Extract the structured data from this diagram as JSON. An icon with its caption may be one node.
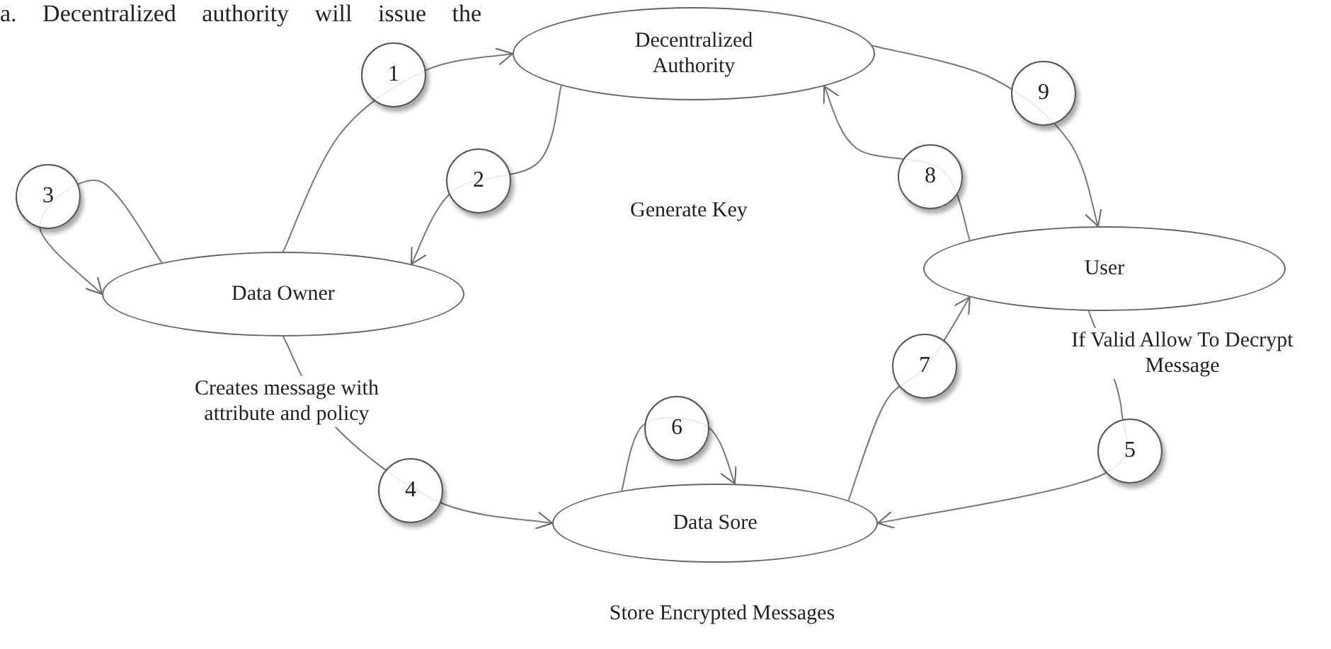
{
  "diagram": {
    "nodes": [
      {
        "text": [
          "Decentralized Authority"
        ]
      },
      {
        "text": [
          "Data Owner"
        ],
        "beside": [
          "Creates message with attribute and policy"
        ]
      },
      {
        "text": [
          "User"
        ],
        "beside": [
          "If Valid Allow To Decrypt Message"
        ]
      },
      {
        "text": [
          "Data Sore"
        ],
        "beside": [
          "Store Encrypted Messages"
        ]
      }
    ],
    "edges": [
      {
        "from": 1,
        "to": 0,
        "arrow": "to",
        "label": "1"
      },
      {
        "from": 0,
        "to": 1,
        "arrow": "to",
        "label": "2"
      },
      {
        "from": 1,
        "to": 1,
        "arrow": "to",
        "label": "3"
      },
      {
        "from": 1,
        "to": 3,
        "arrow": "to",
        "label": "4"
      },
      {
        "from": 2,
        "to": 3,
        "arrow": "to",
        "label": "5"
      },
      {
        "from": 3,
        "to": 3,
        "arrow": "to",
        "label": "6"
      },
      {
        "from": 3,
        "to": 2,
        "arrow": "to",
        "label": "7"
      },
      {
        "from": 2,
        "to": 0,
        "arrow": "to",
        "label": "8"
      },
      {
        "from": 0,
        "to": 2,
        "arrow": "to",
        "label": "9"
      }
    ],
    "labels": [
      "a. Decentralized authority will issue the",
      "Generate Key"
    ]
  }
}
